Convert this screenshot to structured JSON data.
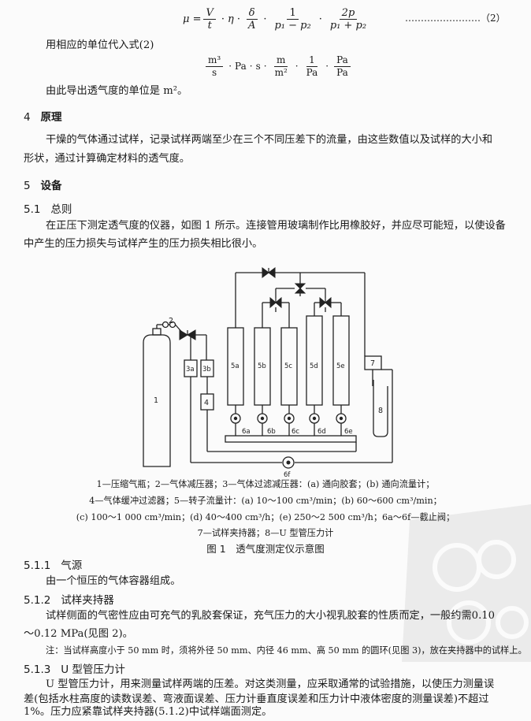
{
  "eq2": {
    "lhs": "μ =",
    "f1_num": "V",
    "f1_den": "t",
    "mid1": "η",
    "f2_num": "δ",
    "f2_den": "A",
    "f3_num": "1",
    "f3_den": "p₁ − p₂",
    "f4_num": "2p",
    "f4_den": "p₁ + p₂",
    "number": "……………………（2）"
  },
  "units_intro": "用相应的单位代入式(2)",
  "units": {
    "f1_num": "m³",
    "f1_den": "s",
    "t2": "Pa",
    "t3": "s",
    "f2_num": "m",
    "f2_den": "m²",
    "f3_num": "1",
    "f3_den": "Pa",
    "f4_num": "Pa",
    "f4_den": "Pa"
  },
  "units_result": "由此导出透气度的单位是 m²。",
  "sec4": {
    "num": "4",
    "title": "原理"
  },
  "sec4_text": [
    "干燥的气体通过试样，记录试样两端至少在三个不同压差下的流量，由这些数值以及试样的大小和",
    "形状，通过计算确定材料的透气度。"
  ],
  "sec5": {
    "num": "5",
    "title": "设备"
  },
  "sec51": {
    "num": "5.1",
    "title": "总则"
  },
  "sec51_text": [
    "在正压下测定透气度的仪器，如图 1 所示。连接管用玻璃制作比用橡胶好，并应尽可能短，以使设备",
    "中产生的压力损失与试样产生的压力损失相比很小。"
  ],
  "figure": {
    "labels": {
      "n1": "1",
      "n2": "2",
      "n3a": "3a",
      "n3b": "3b",
      "n4": "4",
      "n5a": "5a",
      "n5b": "5b",
      "n5c": "5c",
      "n5d": "5d",
      "n5e": "5e",
      "n6a": "6a",
      "n6b": "6b",
      "n6c": "6c",
      "n6d": "6d",
      "n6e": "6e",
      "n6f": "6f",
      "n7": "7",
      "n8": "8"
    },
    "caption_lines": [
      "1—压缩气瓶；2—气体减压器；3—气体过滤减压器：(a) 通向胶套；(b) 通向流量计；",
      "4—气体缓冲过滤器；5—转子流量计：(a) 10～100 cm³/min；(b) 60～600 cm³/min；",
      "(c) 100～1 000 cm³/min；(d) 40～400 cm³/h；(e) 250～2 500 cm³/h；6a～6f—截止阀；",
      "7—试样夹持器；8—U 型管压力计"
    ],
    "title": "图 1　透气度测定仪示意图"
  },
  "sec511": {
    "num": "5.1.1",
    "title": "气源"
  },
  "sec511_text": "由一个恒压的气体容器组成。",
  "sec512": {
    "num": "5.1.2",
    "title": "试样夹持器"
  },
  "sec512_text": [
    "试样侧面的气密性应由可充气的乳胶套保证，充气压力的大小视乳胶套的性质而定，一般约需0.10",
    "～0.12 MPa(见图 2)。"
  ],
  "sec512_note": "注：当试样高度小于 50 mm 时，须将外径 50 mm、内径 46 mm、高 50 mm 的圆环(见图 3)，放在夹持器中的试样上。",
  "sec513": {
    "num": "5.1.3",
    "title": "U 型管压力计"
  },
  "sec513_text": [
    "U 型管压力计，用来测量试样两端的压差。对这类测量，应采取通常的试验措施，以使压力测量误",
    "差(包括水柱高度的读数误差、弯液面误差、压力计垂直度误差和压力计中液体密度的测量误差)不超过",
    "1%。压力应紧靠试样夹持器(5.1.2)中试样端面测定。"
  ]
}
